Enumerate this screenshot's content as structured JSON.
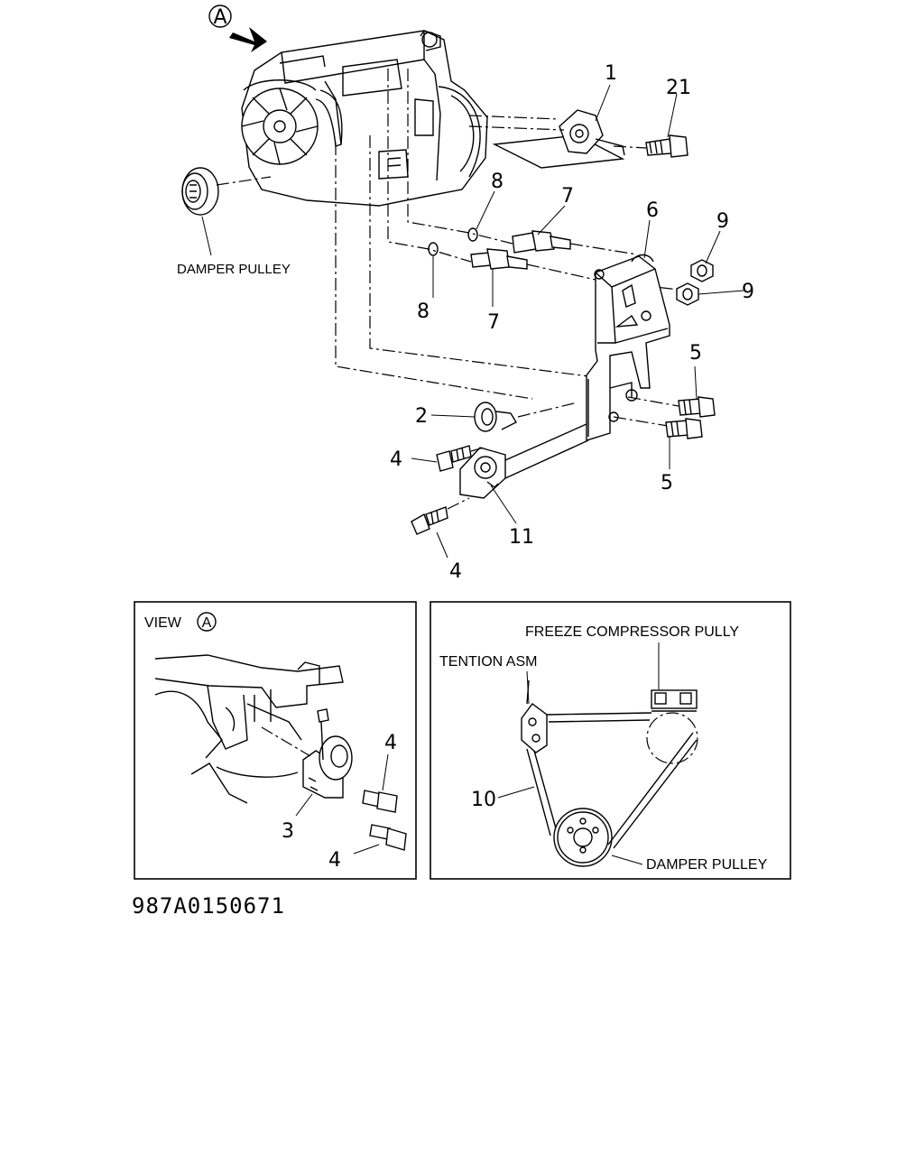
{
  "main_view": {
    "view_marker": "A",
    "damper_pulley_label": "DAMPER PULLEY",
    "callouts": {
      "c1": "1",
      "c2": "2",
      "c4a": "4",
      "c4b": "4",
      "c5a": "5",
      "c5b": "5",
      "c6": "6",
      "c7a": "7",
      "c7b": "7",
      "c8a": "8",
      "c8b": "8",
      "c9a": "9",
      "c9b": "9",
      "c11": "11",
      "c21": "21"
    }
  },
  "view_a_panel": {
    "title": "VIEW",
    "marker": "A",
    "callouts": {
      "c3": "3",
      "c4a": "4",
      "c4b": "4"
    }
  },
  "belt_panel": {
    "freeze_compressor_label": "FREEZE COMPRESSOR PULLY",
    "tension_label": "TENTION ASM",
    "damper_pulley_label": "DAMPER PULLEY",
    "callout_10": "10"
  },
  "drawing_code": "987A0150671"
}
